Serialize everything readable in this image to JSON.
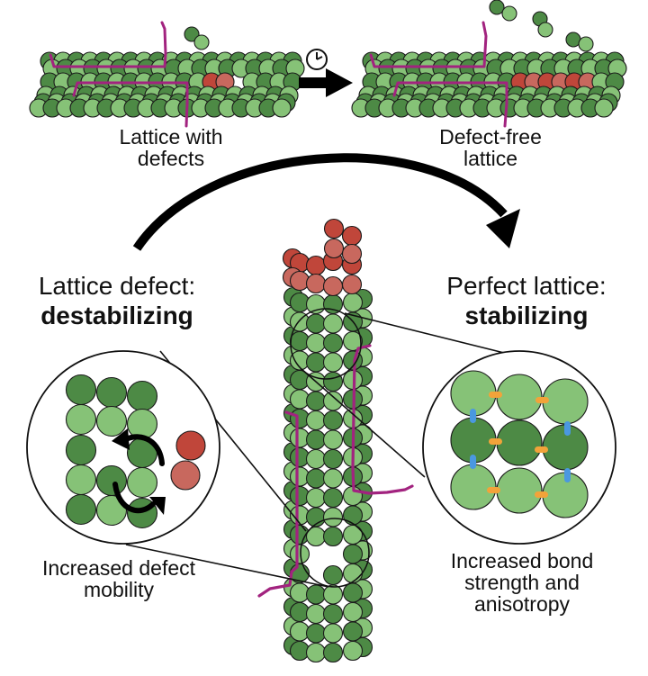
{
  "colors": {
    "dark_green": "#4d8a45",
    "light_green": "#86c277",
    "red": "#c0463a",
    "light_red": "#c8685e",
    "polymer": "#a2237f",
    "bond_orange": "#f2a33a",
    "bond_blue": "#4a98e0",
    "outline": "#1a1a1a"
  },
  "top": {
    "left_label_line1": "Lattice with",
    "left_label_line2": "defects",
    "right_label_line1": "Defect-free",
    "right_label_line2": "lattice",
    "time_icon": "clock-icon",
    "transition_arrow": "right-arrow-icon"
  },
  "left_panel": {
    "heading": "Lattice defect:",
    "heading_bold": "destabilizing",
    "caption_line1": "Increased defect",
    "caption_line2": "mobility",
    "icon": "rotation-arrows-icon"
  },
  "right_panel": {
    "heading": "Perfect lattice:",
    "heading_bold": "stabilizing",
    "caption_line1": "Increased bond",
    "caption_line2": "strength and",
    "caption_line3": "anisotropy"
  },
  "center": {
    "arc_arrow": "curved-arrow-icon"
  }
}
